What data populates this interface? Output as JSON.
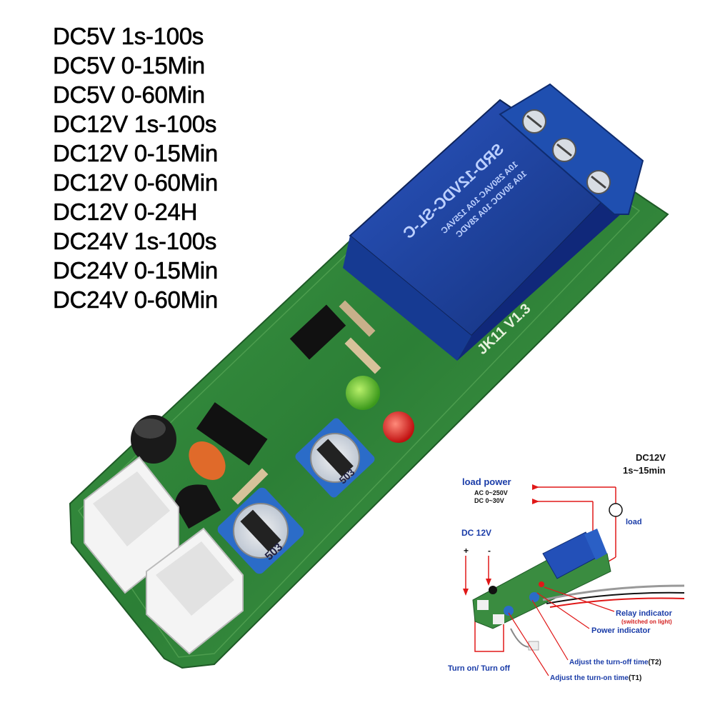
{
  "specs": [
    "DC5V 1s-100s",
    "DC5V 0-15Min",
    "DC5V 0-60Min",
    "DC12V 1s-100s",
    "DC12V 0-15Min",
    "DC12V 0-60Min",
    "DC12V 0-24H",
    "DC24V 1s-100s",
    "DC24V 0-15Min",
    "DC24V 0-60Min"
  ],
  "board": {
    "relay_model": "SRD-12VDC-SL-C",
    "relay_rating_1": "10A 250VAC  10A 125VAC",
    "relay_rating_2": "10A 30VDC  10A 28VDC",
    "board_label": "JK11  V1.3",
    "pot_label": "503"
  },
  "diagram": {
    "title_line1": "DC12V",
    "title_line2": "1s~15min",
    "load_power": "load power",
    "ac_range": "AC 0~250V",
    "dc_range": "DC 0~30V",
    "load": "load",
    "dc12v": "DC 12V",
    "plus": "+",
    "minus": "-",
    "relay_indicator": "Relay indicator",
    "relay_indicator_note": "(switched on light)",
    "power_indicator": "Power indicator",
    "adjust_off": "Adjust the turn-off time",
    "adjust_off_tag": "(T2)",
    "adjust_on": "Adjust the turn-on time",
    "adjust_on_tag": "(T1)",
    "turn_on_off": "Turn on/ Turn off"
  },
  "colors": {
    "pcb_green": "#2f8a3a",
    "relay_blue": "#1d3f9a",
    "terminal_blue": "#1f4fb0",
    "label_blue": "#1a3ca8",
    "label_red": "#d42020",
    "wire_red": "#e01818"
  }
}
